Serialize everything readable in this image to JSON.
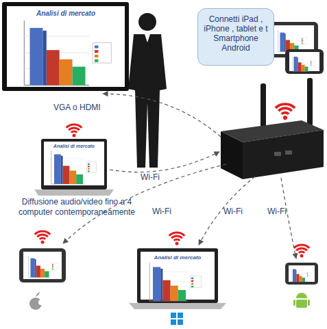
{
  "diagram": {
    "nodes": [
      {
        "text": [
          "Analisi di mercato"
        ]
      },
      {
        "text": [
          "Connetti iPad , iPhone , tablet e t Smartphone Android"
        ]
      },
      {
        "text": [
          "Analisi di mercato"
        ]
      },
      {
        "text": [
          "Analisi di mercato"
        ]
      }
    ],
    "labels": [
      "VGA o HDMI",
      "Wi-Fi",
      "Wi-Fi",
      "Wi-Fi",
      "Wi-Fi",
      "Diffusione audio/video fino a 4 computer contemporaneamente"
    ]
  }
}
